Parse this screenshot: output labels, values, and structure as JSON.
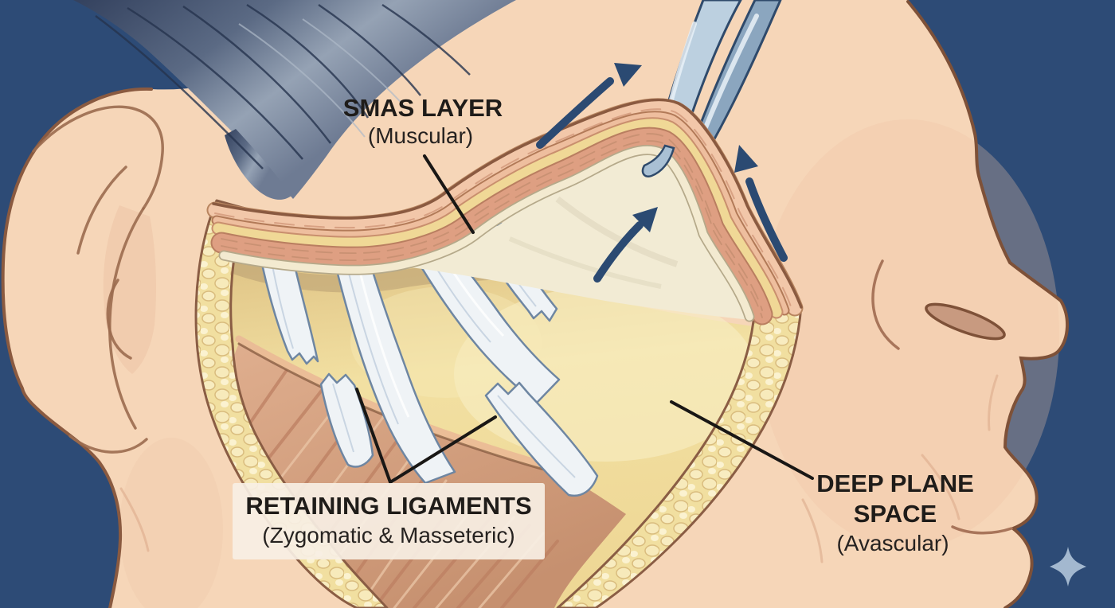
{
  "figure": {
    "type": "medical-illustration",
    "subject": "Deep plane facelift anatomy — right facial profile with surgical dissection window",
    "labels": {
      "smas": {
        "line1": "SMAS LAYER",
        "line2": "(Muscular)"
      },
      "retaining_ligaments": {
        "line1": "RETAINING LIGAMENTS",
        "line2": "(Zygomatic & Masseteric)"
      },
      "deep_plane": {
        "line1": "DEEP PLANE",
        "line2": "SPACE",
        "line3": "(Avascular)"
      }
    },
    "icons": {
      "sparkle": "four-pointed-star"
    },
    "colors": {
      "background": "#2d4b76",
      "skin": "#f6d6b8",
      "skin_outline": "#7e5138",
      "hair": "#46526c",
      "fat_border": "#f1dfa0",
      "deep_plane_space": "#eed795",
      "smas_flap": "#de9f82",
      "flap_underside": "#f2ebd4",
      "muscle": "#d8a586",
      "ligament": "#eff3f6",
      "forceps": "#bcd0e0",
      "arrow": "#2b4a72",
      "label_text": "#1f1c19",
      "label_box": "#f7efe4",
      "sparkle": "#a3b8cf"
    }
  }
}
